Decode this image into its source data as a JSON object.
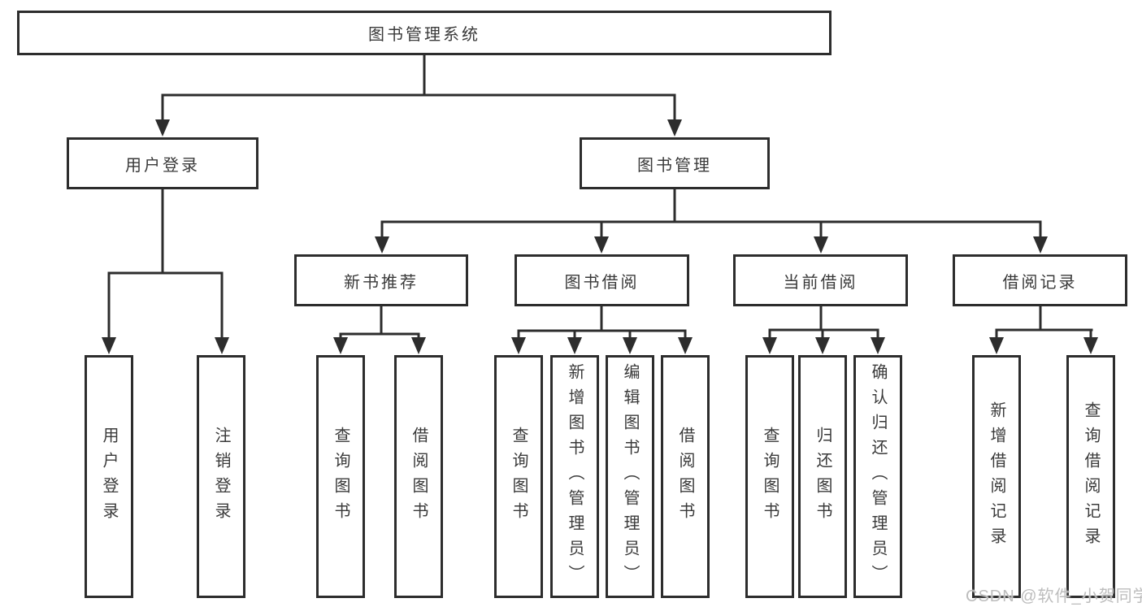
{
  "colors": {
    "line": "#2d2d2d",
    "box_border": "#2d2d2d",
    "box_fill": "#ffffff",
    "text": "#3a3a3a",
    "watermark": "#bdbdbd"
  },
  "tree": {
    "root": {
      "label": "图书管理系统"
    },
    "level1": [
      {
        "label": "用户登录"
      },
      {
        "label": "图书管理"
      }
    ],
    "level2": [
      {
        "label": "新书推荐"
      },
      {
        "label": "图书借阅"
      },
      {
        "label": "当前借阅"
      },
      {
        "label": "借阅记录"
      }
    ],
    "leaves": [
      {
        "label": "用户登录"
      },
      {
        "label": "注销登录"
      },
      {
        "label": "查询图书"
      },
      {
        "label": "借阅图书"
      },
      {
        "label": "查询图书"
      },
      {
        "label": "新增图书（管理员）"
      },
      {
        "label": "编辑图书（管理员）"
      },
      {
        "label": "借阅图书"
      },
      {
        "label": "查询图书"
      },
      {
        "label": "归还图书"
      },
      {
        "label": "确认归还（管理员）"
      },
      {
        "label": "新增借阅记录"
      },
      {
        "label": "查询借阅记录"
      }
    ]
  },
  "watermark": {
    "text": "CSDN @软件_小贺同学"
  }
}
